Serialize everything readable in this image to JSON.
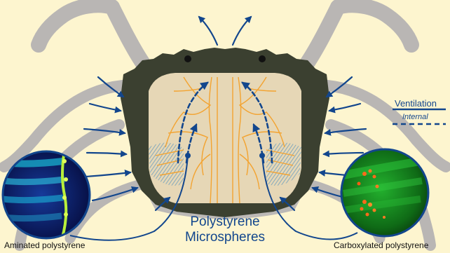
{
  "title": {
    "line1": "Polystyrene",
    "line2": "Microspheres"
  },
  "legend": {
    "ventilation": "Ventilation",
    "internal": "Internal"
  },
  "captions": {
    "left": "Aminated polystyrene",
    "right": "Carboxylated polystyrene"
  },
  "colors": {
    "background": "#fdf5cf",
    "crab_silhouette": "#b9b6b4",
    "carapace": "#3b4030",
    "carapace_interior": "#e6d7b6",
    "gills_hatch": "#7aa6c0",
    "nerve_lines": "#f3a330",
    "arrows": "#12468d",
    "microscopy_left": "#13b8d0",
    "microscopy_right": "#1e9f2a"
  }
}
